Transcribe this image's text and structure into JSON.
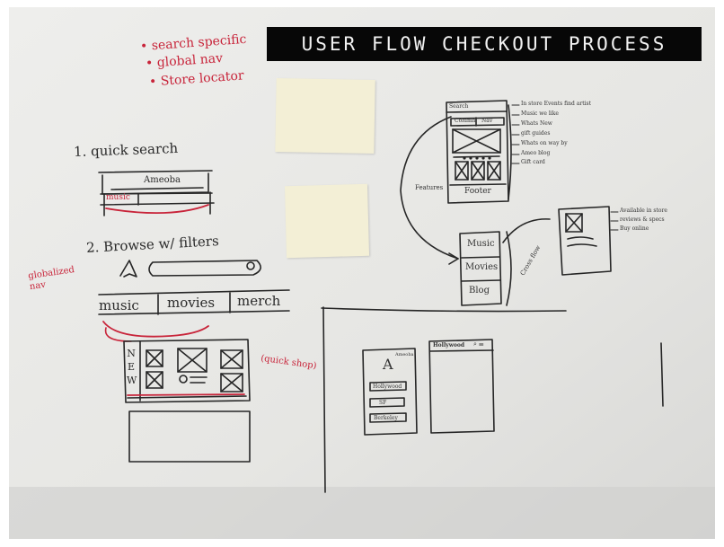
{
  "board": {
    "title": "USER FLOW CHECKOUT PROCESS",
    "requirements": [
      "search specific",
      "global nav",
      "Store locator"
    ],
    "section_1": {
      "heading": "1. quick search",
      "logo": "Ameoba",
      "tab": "music"
    },
    "section_2": {
      "heading": "2. Browse w/ filters",
      "side_note": "globalized nav",
      "nav_tabs": [
        "music",
        "movies",
        "merch"
      ],
      "new_label": "NEW",
      "quick_shop": "(quick shop)"
    },
    "phone_wireframe": {
      "top_label": "Search",
      "tabs": [
        "Column",
        "Nav"
      ],
      "features_label": "Features",
      "footer": "Footer",
      "notes": [
        "In store Events find artist",
        "Music we like",
        "Whats New",
        "gift guides",
        "Whats on way by",
        "Ameo blog",
        "Gift card"
      ]
    },
    "menu_box": {
      "items": [
        "Music",
        "Movies",
        "Blog"
      ],
      "side_label": "Cross flow"
    },
    "product_card": {
      "notes": [
        "Available in store",
        "reviews & specs",
        "Buy online"
      ]
    },
    "store_locator": {
      "logo_letter": "A",
      "logo_label": "Ameoba",
      "locations": [
        "Hollywood",
        "SF",
        "Berkeley"
      ],
      "result_header": "Hollywood"
    }
  }
}
